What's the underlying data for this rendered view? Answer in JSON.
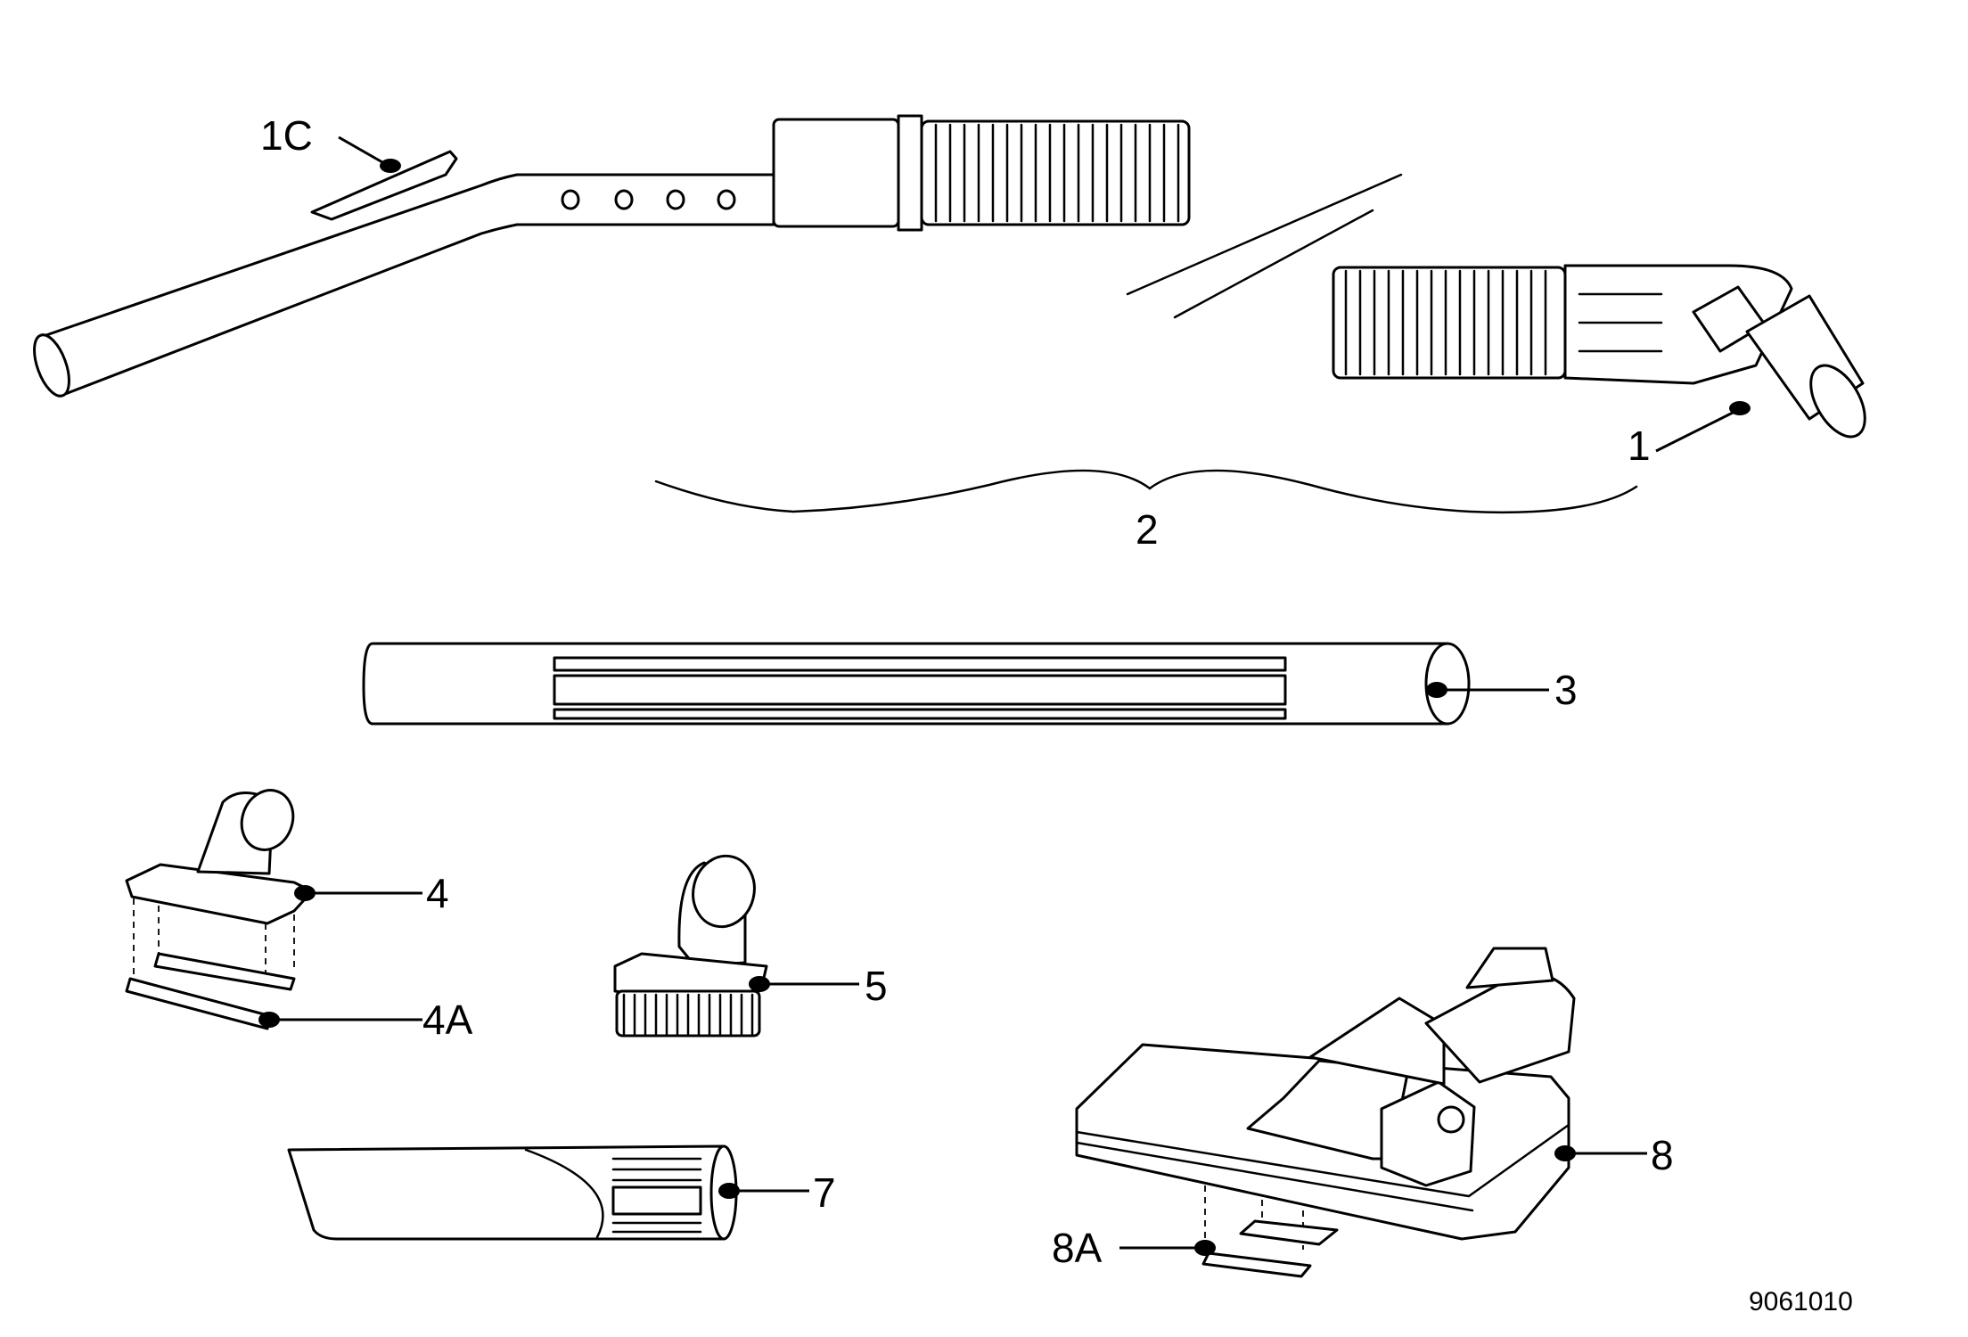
{
  "callouts": {
    "wand_handle": "1C",
    "hose_grip": "1",
    "hose_assembly": "2",
    "extension_tube": "3",
    "upholstery_nozzle": "4",
    "upholstery_insert": "4A",
    "dusting_brush": "5",
    "crevice_tool": "7",
    "floor_nozzle": "8",
    "floor_nozzle_insert": "8A"
  },
  "document_number": "9061010"
}
